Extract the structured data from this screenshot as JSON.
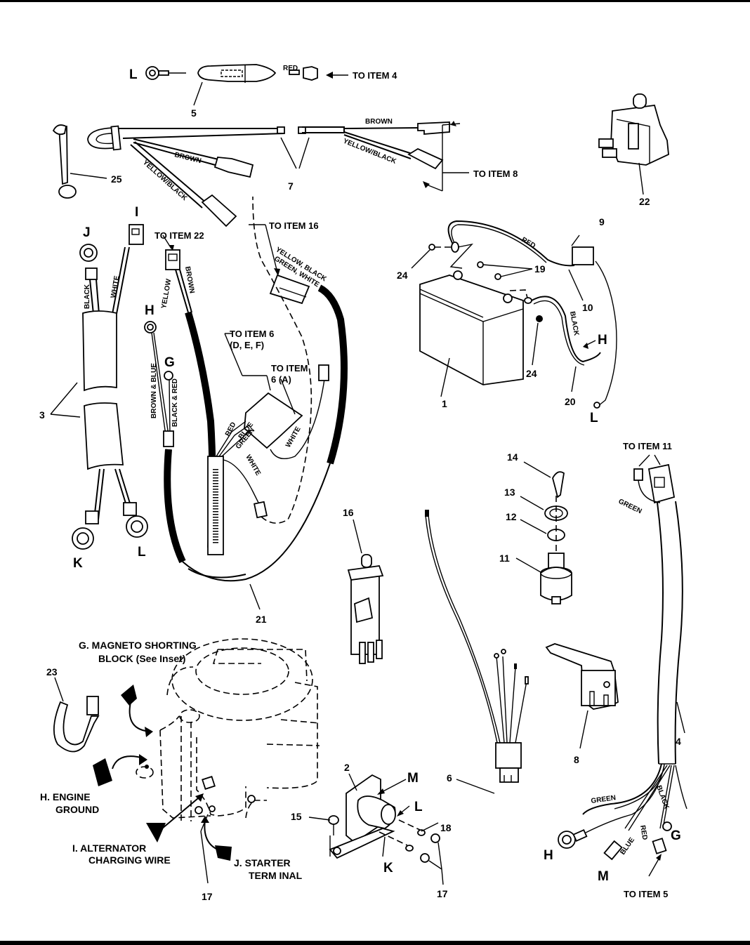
{
  "figure": {
    "title": "Electrical wiring harness parts diagram",
    "callouts": {
      "c1": "1",
      "c2": "2",
      "c3": "3",
      "c4": "4",
      "c5": "5",
      "c6": "6",
      "c7": "7",
      "c8": "8",
      "c9": "9",
      "c10": "10",
      "c11": "11",
      "c12": "12",
      "c13": "13",
      "c14": "14",
      "c15": "15",
      "c16": "16",
      "c17a": "17",
      "c17b": "17",
      "c18": "18",
      "c19": "19",
      "c20": "20",
      "c21": "21",
      "c22": "22",
      "c23": "23",
      "c24a": "24",
      "c24b": "24",
      "c25": "25"
    },
    "terminals": {
      "L_top": "L",
      "I": "I",
      "J": "J",
      "H_left": "H",
      "G_left": "G",
      "K_left": "K",
      "L_left": "L",
      "H_battery": "H",
      "L_battery": "L",
      "M_solenoid": "M",
      "L_solenoid": "L",
      "K_solenoid": "K",
      "H_cable": "H",
      "M_cable": "M",
      "G_cable": "G"
    },
    "references": {
      "to_item_4": "TO ITEM 4",
      "to_item_8": "TO ITEM 8",
      "to_item_16": "TO ITEM 16",
      "to_item_22": "TO ITEM 22",
      "to_item_6_def_1": "TO ITEM 6",
      "to_item_6_def_2": "(D, E, F)",
      "to_item_6_a_1": "TO ITEM",
      "to_item_6_a_2": "6 (A)",
      "to_item_11": "TO ITEM 11",
      "to_item_5": "TO ITEM 5"
    },
    "wire_colors": {
      "red_fuse": "RED",
      "brown_top_right": "BROWN",
      "yellow_black_top_right": "YELLOW/BLACK",
      "brown_top_left": "BROWN",
      "yellow_black_top_left": "YELLOW/BLACK",
      "black_j": "BLACK",
      "white_i": "WHITE",
      "yellow_22": "YELLOW",
      "brown_22": "BROWN",
      "yellow_black_green_white_1": "YELLOW, BLACK",
      "yellow_black_green_white_2": "GREEN, WHITE",
      "brown_blue": "BROWN & BLUE",
      "black_red": "BLACK & RED",
      "red_6": "RED",
      "blue_6": "BLUE",
      "green_6": "GREEN",
      "white_6a": "WHITE",
      "white_lower": "WHITE",
      "red_battery": "RED",
      "black_battery": "BLACK",
      "green_11": "GREEN",
      "green_cable": "GREEN",
      "blue_cable": "BLUE",
      "red_cable": "RED",
      "black_cable": "BLACK"
    },
    "engine_notes": {
      "g_line1": "G.  MAGNETO SHORTING",
      "g_line2": "BLOCK (See Inset)",
      "h_line1": "H.  ENGINE",
      "h_line2": "GROUND",
      "i_line1": "I.  ALTERNATOR",
      "i_line2": "CHARGING WIRE",
      "j_line1": "J.  STARTER",
      "j_line2": "TERM INAL"
    }
  }
}
